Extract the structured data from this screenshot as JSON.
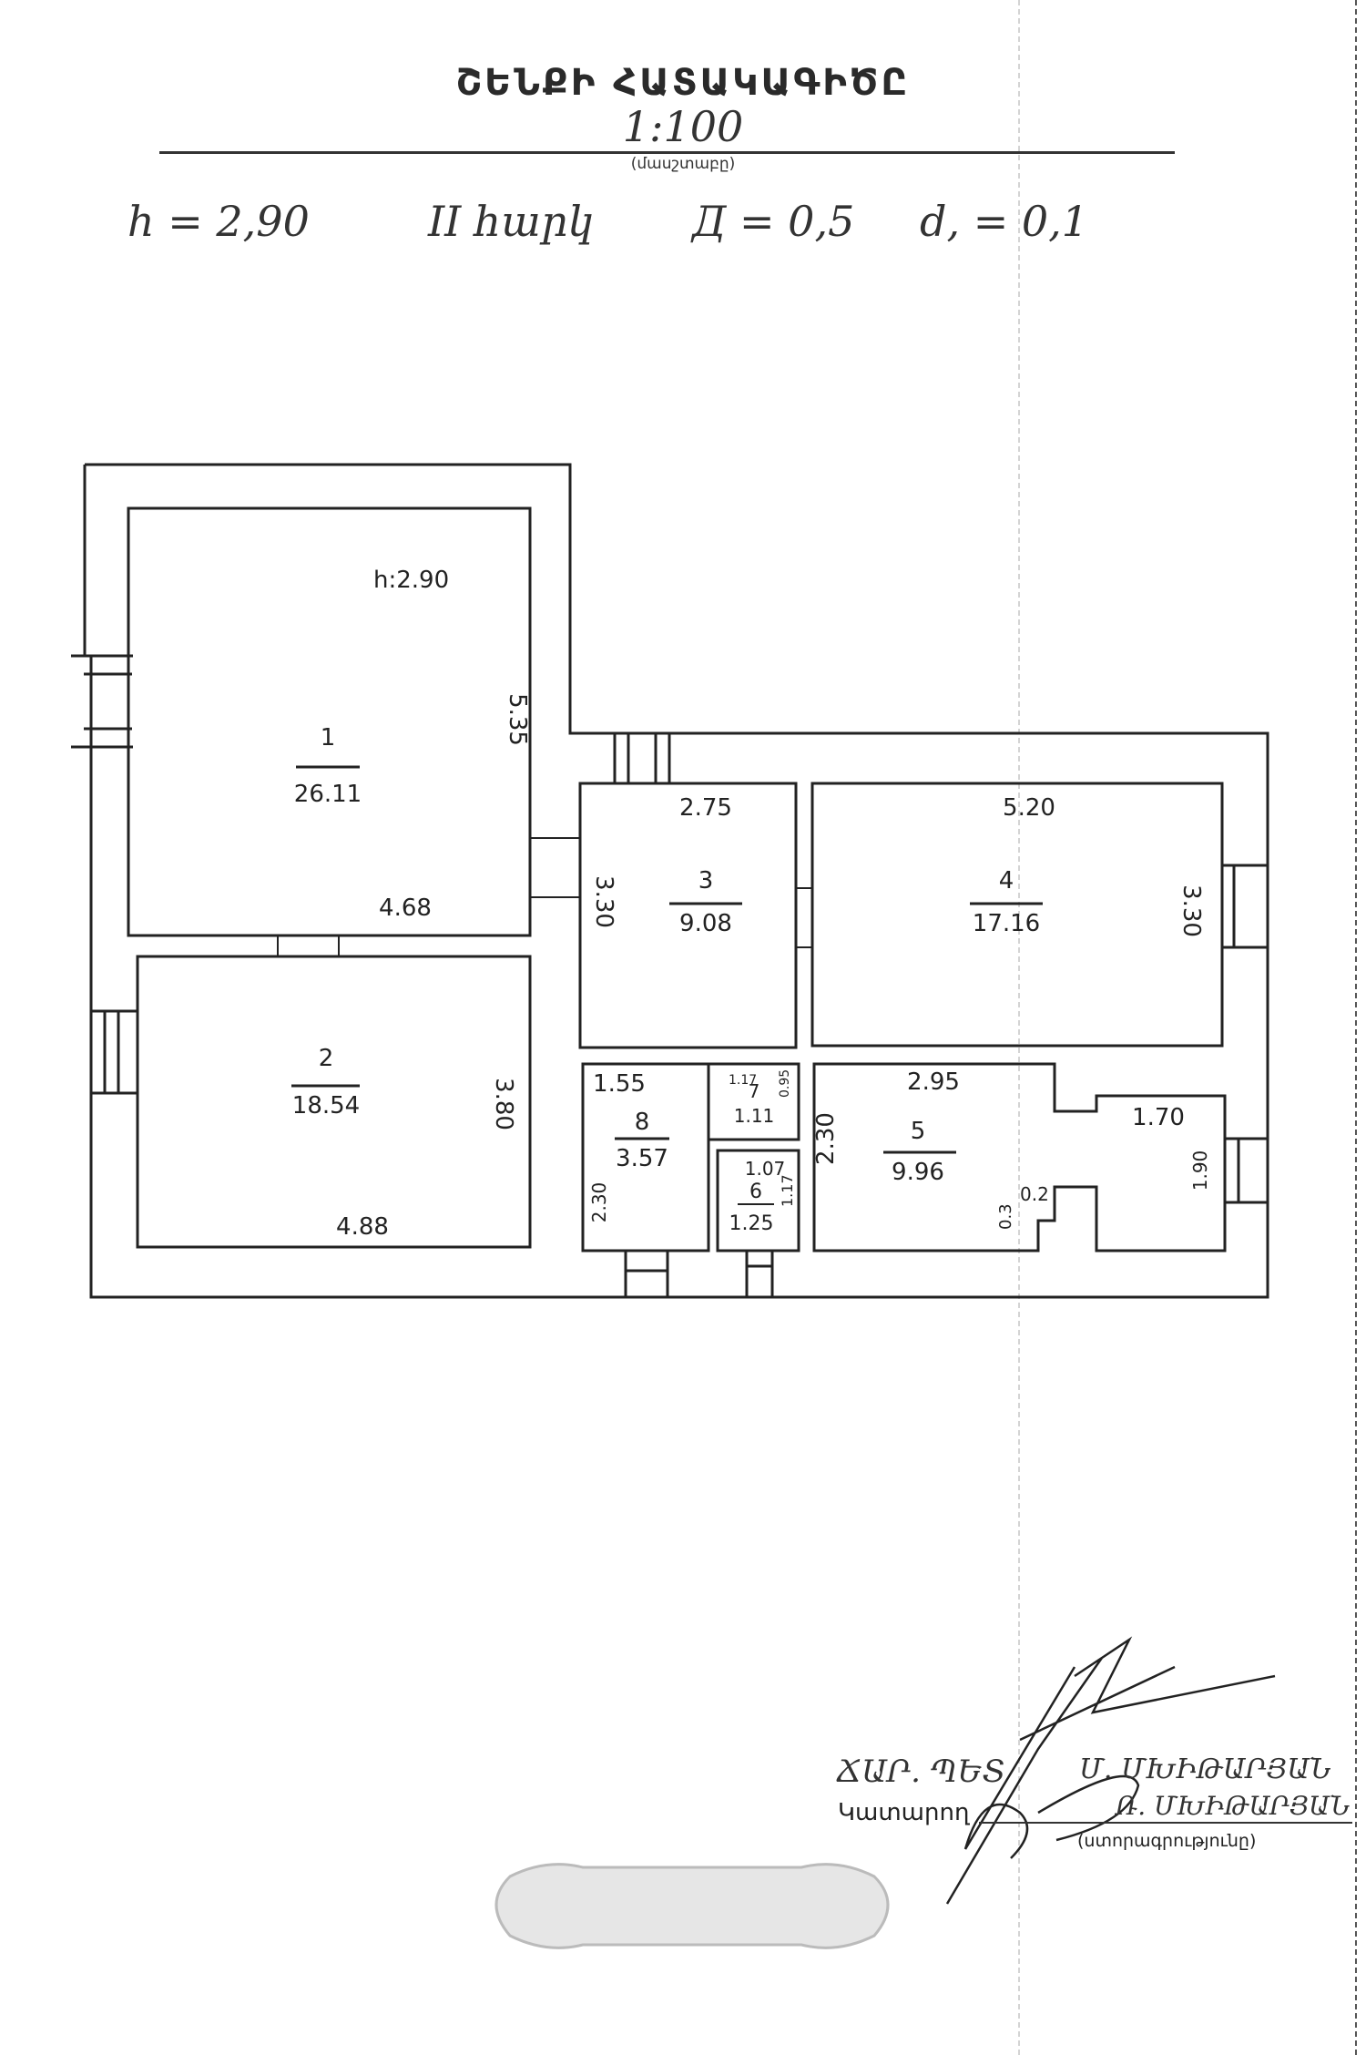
{
  "header": {
    "title": "ՇԵՆՔԻ ՀԱՏԱԿԱԳԻԾԸ",
    "scale": "1:100",
    "scale_caption": "(մասշտաբը)",
    "params": [
      "h = 2,90",
      "II հարկ",
      "Д = 0,5",
      "d, = 0,1"
    ]
  },
  "plan": {
    "height_note": "h:2.90",
    "rooms": [
      {
        "number": "1",
        "area": "26.11",
        "dims": [
          "5.35",
          "4.68"
        ]
      },
      {
        "number": "2",
        "area": "18.54",
        "dims": [
          "3.80",
          "4.88"
        ]
      },
      {
        "number": "3",
        "area": "9.08",
        "dims": [
          "2.75",
          "3.30"
        ]
      },
      {
        "number": "4",
        "area": "17.16",
        "dims": [
          "5.20",
          "3.30"
        ]
      },
      {
        "number": "5",
        "area": "9.96",
        "dims": [
          "2.95",
          "2.30",
          "1.70",
          "1.90",
          "0.2",
          "0.3"
        ]
      },
      {
        "number": "6",
        "area": "1.25",
        "dims": [
          "1.07",
          "1.17"
        ]
      },
      {
        "number": "7",
        "area": "1.11",
        "dims": [
          "1.17",
          "0.95"
        ]
      },
      {
        "number": "8",
        "area": "3.57",
        "dims": [
          "1.55",
          "2.30"
        ]
      }
    ]
  },
  "signatures": {
    "chief_label": "ՃԱՐ. ՊԵՏ",
    "chief_name": "Մ. ՄԽԻԹԱՐՅԱՆ",
    "performer_label": "Կատարող",
    "performer_name": "Ռ. ՄԽԻԹԱՐՅԱՆ",
    "signature_caption": "(ստորագրությունը)"
  }
}
